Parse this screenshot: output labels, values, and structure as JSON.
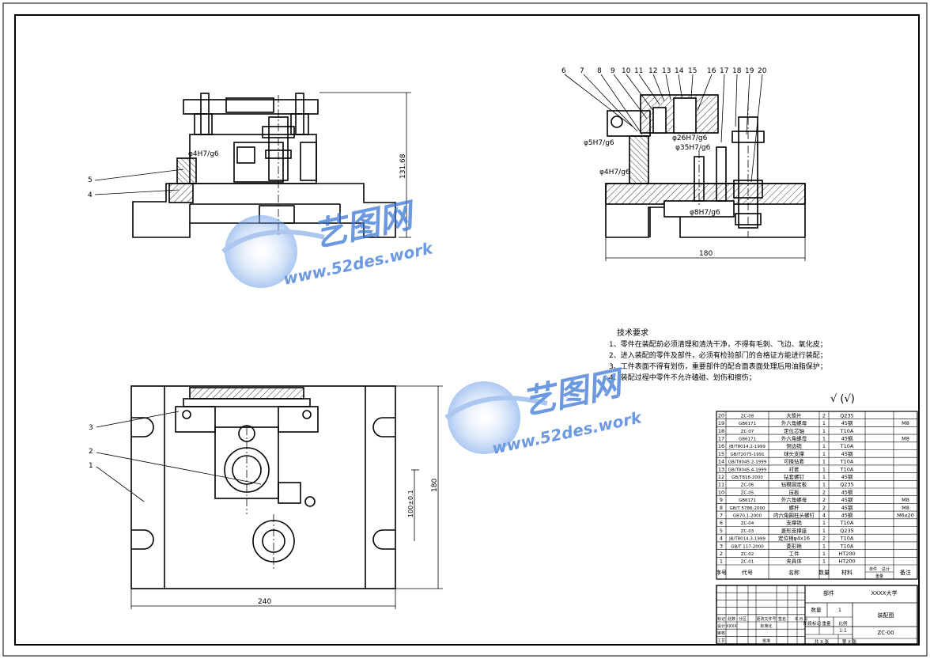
{
  "colors": {
    "line": "#000000",
    "hatch": "#000000",
    "watermark": "#3b78d6",
    "watermark_light": "#8fb4ea"
  },
  "watermark": {
    "brand": "艺图网",
    "url": "www.52des.work"
  },
  "front_view": {
    "dim_height": "131.68",
    "fit_label": "φ4H7/g6",
    "leaders": [
      "5",
      "4"
    ]
  },
  "section_view": {
    "leaders": [
      "6",
      "7",
      "8",
      "9",
      "10",
      "11",
      "12",
      "13",
      "14",
      "15",
      "16",
      "17",
      "18",
      "19",
      "20"
    ],
    "fits": [
      "φ5H7/g6",
      "φ26H7/g6",
      "φ35H7/g6",
      "φ4H7/g6",
      "φ8H7/g6"
    ],
    "dim_width": "180"
  },
  "top_view": {
    "leaders": [
      "3",
      "2",
      "1"
    ],
    "dim_width": "240",
    "dim_height": "180",
    "dim_offset": "100±0.1"
  },
  "tech": {
    "title": "技术要求",
    "lines": [
      "1、零件在装配前必须清理和清洗干净，不得有毛刺、飞边、氧化皮；",
      "2、进入装配的零件及部件，必须有检验部门的合格证方能进行装配；",
      "3、工件表面不得有划伤，重要部件的配合面表面处理后用油脂保护；",
      "4、装配过程中零件不允许磕碰、划伤和擦伤；"
    ]
  },
  "roughness": "√ (√)",
  "bom": {
    "rows": [
      [
        "20",
        "ZC-08",
        "大垫片",
        "2",
        "Q235",
        ""
      ],
      [
        "19",
        "GB6171",
        "外六角螺母",
        "1",
        "45钢",
        "M8"
      ],
      [
        "18",
        "ZC-07",
        "定位芯轴",
        "1",
        "T10A",
        ""
      ],
      [
        "17",
        "GB6171",
        "外六角螺母",
        "1",
        "45钢",
        "M8"
      ],
      [
        "16",
        "JB/T8014.2-1999",
        "侧边销",
        "1",
        "T10A",
        ""
      ],
      [
        "15",
        "GB/T2075-1991",
        "球头支撑",
        "1",
        "45钢",
        ""
      ],
      [
        "14",
        "GB/T8045.2-1999",
        "可换钻套",
        "1",
        "T10A",
        ""
      ],
      [
        "13",
        "GB/T8045.4-1999",
        "衬套",
        "1",
        "T10A",
        ""
      ],
      [
        "12",
        "GB/T818-2000",
        "钻套螺钉",
        "1",
        "45钢",
        ""
      ],
      [
        "11",
        "ZC-06",
        "钻模固定板",
        "1",
        "Q235",
        ""
      ],
      [
        "10",
        "ZC-05",
        "压板",
        "2",
        "45钢",
        ""
      ],
      [
        "9",
        "GB6171",
        "外六角螺母",
        "2",
        "45钢",
        "M8"
      ],
      [
        "8",
        "GB/T 5786-2000",
        "螺杆",
        "2",
        "45钢",
        "M8"
      ],
      [
        "7",
        "GB70.1-2000",
        "内六角圆柱头螺钉",
        "4",
        "45钢",
        "M6x20"
      ],
      [
        "6",
        "ZC-04",
        "支撑销",
        "1",
        "T10A",
        ""
      ],
      [
        "5",
        "ZC-03",
        "菱形支撑座",
        "1",
        "Q235",
        ""
      ],
      [
        "4",
        "JB/T8014.3-1999",
        "定位销φ4x16",
        "2",
        "T10A",
        ""
      ],
      [
        "3",
        "GB/T 117-2000",
        "菱形销",
        "1",
        "T10A",
        ""
      ],
      [
        "2",
        "ZC-02",
        "工件",
        "1",
        "HT200",
        ""
      ],
      [
        "1",
        "ZC-01",
        "夹具体",
        "1",
        "HT200",
        ""
      ]
    ],
    "header": [
      "序号",
      "代号",
      "名称",
      "数量",
      "材料",
      "备注"
    ],
    "header_extra": [
      "单件",
      "总计",
      "重量"
    ]
  },
  "title_block": {
    "part_label": "部件",
    "school": "XXXX大学",
    "qty_label": "数量",
    "qty_value": "1",
    "drawing_name": "装配图",
    "stage_label": "阶段标记",
    "weight_label": "重量",
    "scale_label": "比例",
    "scale_value": "1:1",
    "drawing_no": "ZC-00",
    "designer_label": "设计",
    "designer_value": "XXXX",
    "std_label": "标准化",
    "review_label": "审核",
    "process_label": "工艺",
    "approve_label": "批准",
    "mark_label": "标记",
    "count_label": "处数",
    "zone_label": "分区",
    "change_label": "更改文件号",
    "sign_label": "签名",
    "date_label": "年.月.日",
    "sheet_total": "共 X 张",
    "sheet_no": "第 X 张"
  }
}
